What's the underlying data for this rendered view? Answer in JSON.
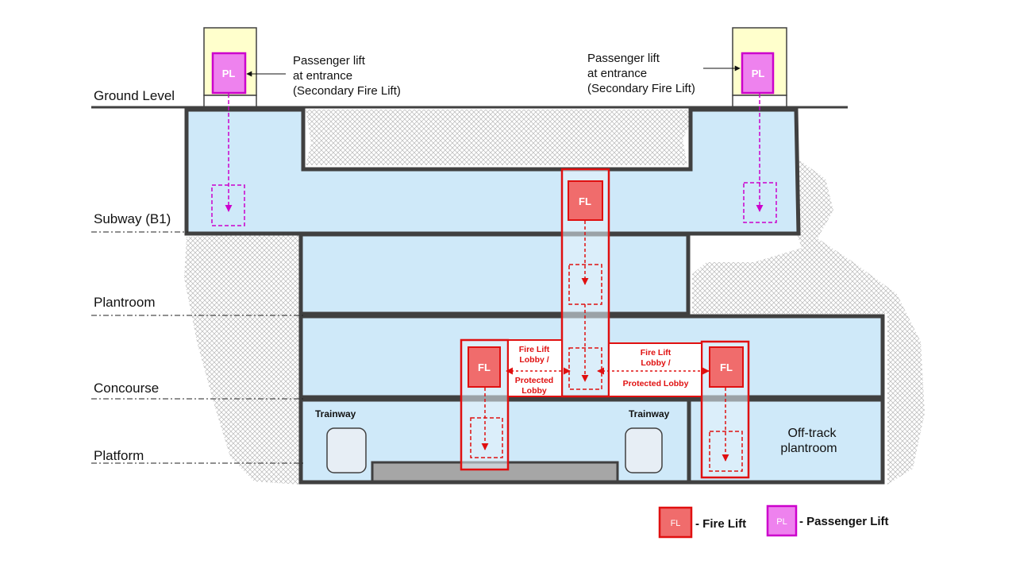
{
  "levels": {
    "ground": "Ground Level",
    "subway": "Subway (B1)",
    "plantroom": "Plantroom",
    "concourse": "Concourse",
    "platform": "Platform"
  },
  "annotations": {
    "left_pl": [
      "Passenger lift",
      "at entrance",
      "(Secondary Fire Lift)"
    ],
    "right_pl": [
      "Passenger lift",
      "at entrance",
      "(Secondary Fire Lift)"
    ],
    "left_lobby": [
      "Fire Lift",
      "Lobby /",
      "Protected",
      "Lobby"
    ],
    "right_lobby": [
      "Fire Lift",
      "Lobby /",
      "Protected Lobby"
    ],
    "trainway_left": "Trainway",
    "trainway_right": "Trainway",
    "offtrack": [
      "Off-track",
      "plantroom"
    ]
  },
  "lifts": {
    "fire_label": "FL",
    "passenger_label": "PL"
  },
  "legend": {
    "fire_icon": "FL",
    "fire_text": "- Fire Lift",
    "passenger_icon": "PL",
    "passenger_text": "- Passenger Lift"
  },
  "colors": {
    "fire_lift": "#f06c6c",
    "fire_lift_border": "#e01010",
    "passenger_lift": "#ee82ee",
    "passenger_border": "#cc00cc",
    "station_fill": "#cfe9f9",
    "entrance_fill": "#ffffcc",
    "wall": "#404040"
  }
}
